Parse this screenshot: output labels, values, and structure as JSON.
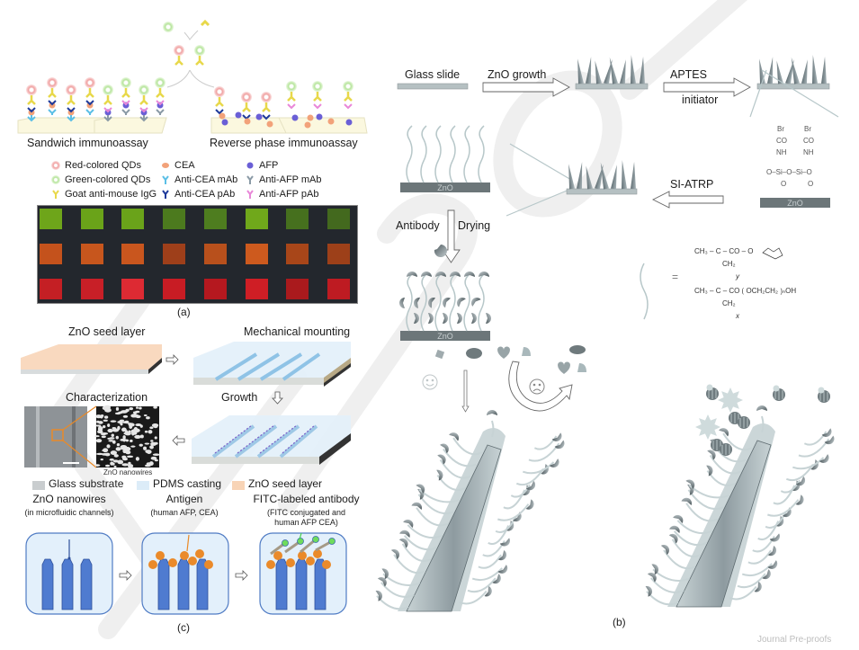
{
  "figure": {
    "watermark": "Journal Pre-proofs",
    "panels": {
      "a": {
        "caption": "(a)",
        "titles": {
          "sandwich": "Sandwich immunoassay",
          "reverse": "Reverse phase immunoassay"
        },
        "legend": [
          {
            "label": "Red-colored QDs",
            "icon": "red-qd-icon",
            "color": "#f29a9a"
          },
          {
            "label": "CEA",
            "icon": "cea-icon",
            "color": "#f2a27a"
          },
          {
            "label": "AFP",
            "icon": "afp-icon",
            "color": "#6a5fd6"
          },
          {
            "label": "Green-colored QDs",
            "icon": "green-qd-icon",
            "color": "#a9e28a"
          },
          {
            "label": "Anti-CEA mAb",
            "icon": "anti-cea-mab-icon",
            "color": "#5bbfe6"
          },
          {
            "label": "Anti-AFP mAb",
            "icon": "anti-afp-mab-icon",
            "color": "#8a9aa6"
          },
          {
            "label": "Goat anti-mouse IgG",
            "icon": "goat-igg-icon",
            "color": "#e8d84a"
          },
          {
            "label": "Anti-CEA pAb",
            "icon": "anti-cea-pab-icon",
            "color": "#1e3a9a"
          },
          {
            "label": "Anti-AFP pAb",
            "icon": "anti-afp-pab-icon",
            "color": "#e887d8"
          }
        ],
        "array_rows": [
          {
            "name": "green",
            "colors": [
              "#6ea51a",
              "#6aa319",
              "#6aa31a",
              "#4c7a1e",
              "#4e7d1f",
              "#70a81b",
              "#46701e",
              "#43691e"
            ]
          },
          {
            "name": "orange",
            "colors": [
              "#c4521c",
              "#c7561d",
              "#c9561e",
              "#9e3f1a",
              "#b8501c",
              "#cd5a1e",
              "#a84619",
              "#9d4019"
            ]
          },
          {
            "name": "red",
            "colors": [
              "#c41f24",
              "#c81f27",
              "#dd2a33",
              "#c81c24",
              "#b5181f",
              "#cf1e25",
              "#aa1a1d",
              "#be1b22"
            ]
          }
        ]
      },
      "b": {
        "caption": "(b)",
        "labels": {
          "glass_slide": "Glass slide",
          "zno_growth": "ZnO growth",
          "aptes": "APTES",
          "initiator": "initiator",
          "si_atrp": "SI-ATRP",
          "antibody": "Antibody",
          "drying": "Drying",
          "zno": "ZnO",
          "equals": "="
        },
        "chemistry": {
          "br": "Br",
          "co": "CO",
          "nh": "NH",
          "siloxane": "O–Si–O–Si–O",
          "o": "O",
          "line1": "CH₃ – C – CO – O",
          "ch2": "CH₂",
          "y": "y",
          "line2": "CH₃ – C – CO ⟮ OCH₂CH₂ ⟯ₙOH",
          "x": "x"
        }
      },
      "c": {
        "caption": "(c)",
        "labels": {
          "zno_seed_layer": "ZnO seed layer",
          "mechanical_mounting": "Mechanical mounting",
          "characterization": "Characterization",
          "growth": "Growth",
          "zno_nanowires_small": "ZnO nanowires"
        },
        "legend": [
          {
            "label": "Glass substrate",
            "color": "#c9cdcf"
          },
          {
            "label": "PDMS casting",
            "color": "#dcecf8"
          },
          {
            "label": "ZnO seed layer",
            "color": "#f8d4b6"
          }
        ],
        "steps": [
          {
            "title": "ZnO nanowires",
            "subtitle": "(in microfluidic channels)"
          },
          {
            "title": "Antigen",
            "subtitle": "(human AFP, CEA)"
          },
          {
            "title": "FITC-labeled antibody",
            "subtitle": "(FITC conjugated and",
            "subtitle2": "human AFP CEA)"
          }
        ]
      }
    }
  }
}
